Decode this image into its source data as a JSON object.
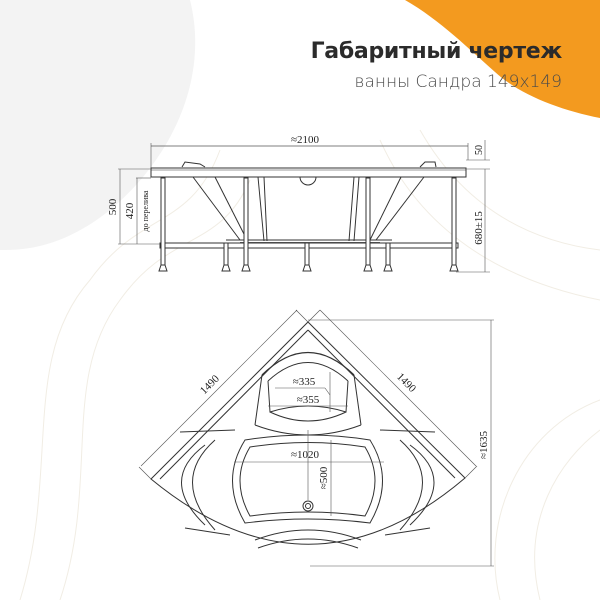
{
  "header": {
    "title": "Габаритный чертеж",
    "subtitle": "ванны Сандра 149x149"
  },
  "colors": {
    "accent": "#f39a1f",
    "background": "#ffffff",
    "background_blob": "#f2f2f2",
    "line": "#333333",
    "title": "#2b2b2b"
  },
  "side_view": {
    "dims": {
      "overall_length": "≈2100",
      "height_total": "500",
      "height_overflow": "420",
      "overflow_label": "до перелива",
      "headrest": "50",
      "leg_height": "680±15"
    }
  },
  "top_view": {
    "dims": {
      "side_left": "1490",
      "side_right": "1490",
      "diagonal": "≈1635",
      "headrest_inner": "≈335",
      "headrest_outer": "≈355",
      "bowl_width": "≈1020",
      "bowl_depth": "≈500"
    }
  }
}
